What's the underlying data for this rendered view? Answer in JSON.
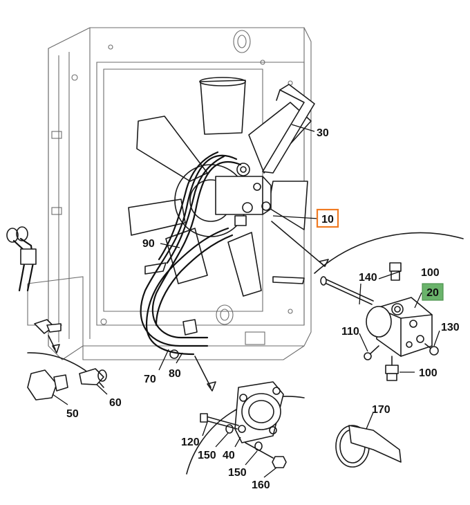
{
  "diagram": {
    "highlight_colors": {
      "selected": "#f07a22",
      "current": "#6ab36b"
    },
    "callouts": {
      "c10": "10",
      "c20": "20",
      "c30": "30",
      "c40": "40",
      "c50": "50",
      "c60": "60",
      "c70": "70",
      "c80": "80",
      "c90": "90",
      "c100a": "100",
      "c100b": "100",
      "c110": "110",
      "c120": "120",
      "c130": "130",
      "c140": "140",
      "c150a": "150",
      "c150b": "150",
      "c160": "160",
      "c170": "170"
    }
  }
}
